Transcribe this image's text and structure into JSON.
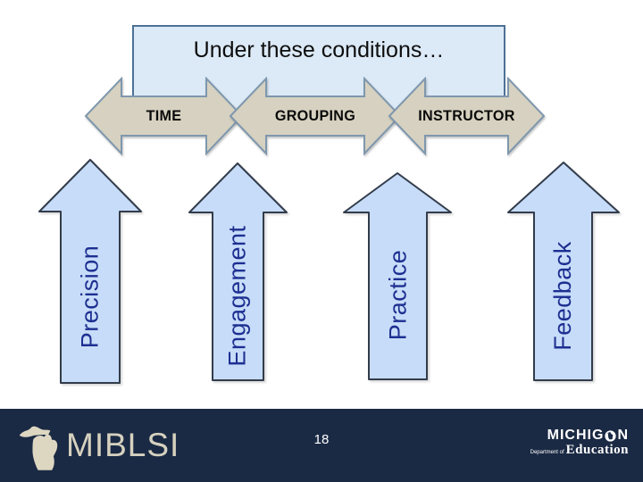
{
  "slide": {
    "title": "Under these conditions…",
    "page_number": "18"
  },
  "condition_arrows": [
    {
      "label": "TIME"
    },
    {
      "label": "GROUPING"
    },
    {
      "label": "INSTRUCTOR"
    }
  ],
  "outcome_arrows": [
    {
      "label": "Precision"
    },
    {
      "label": "Engagement"
    },
    {
      "label": "Practice"
    },
    {
      "label": "Feedback"
    }
  ],
  "footer": {
    "miblsi_logo_text": "MIBLSI",
    "michigan_logo": {
      "name_prefix": "MICHIG",
      "name_suffix": "N",
      "dept_line": "Department of",
      "unit": "Education"
    }
  },
  "colors": {
    "condition_arrow_fill": "#d6d1c0",
    "condition_arrow_border": "#7e97ae",
    "outcome_arrow_fill": "#c7dcf8",
    "outcome_arrow_border": "#323c4b",
    "outcome_arrow_text": "#1d2f91",
    "title_box_fill": "#dce9f6",
    "title_box_border": "#4d7195",
    "footer_bg": "#1b2a44",
    "logo_cream": "#d6d1bf"
  }
}
